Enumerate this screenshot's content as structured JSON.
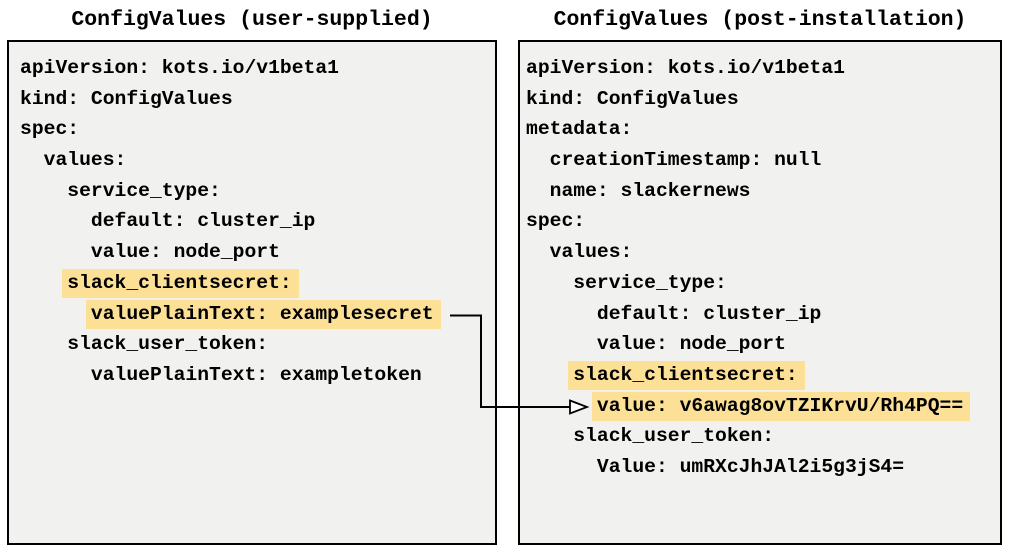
{
  "panels": {
    "left": {
      "title": "ConfigValues (user-supplied)",
      "lines": [
        {
          "indent": 0,
          "text": "apiVersion: kots.io/v1beta1",
          "highlight": false
        },
        {
          "indent": 0,
          "text": "kind: ConfigValues",
          "highlight": false
        },
        {
          "indent": 0,
          "text": "spec:",
          "highlight": false
        },
        {
          "indent": 2,
          "text": "values:",
          "highlight": false
        },
        {
          "indent": 4,
          "text": "service_type:",
          "highlight": false
        },
        {
          "indent": 6,
          "text": "default: cluster_ip",
          "highlight": false
        },
        {
          "indent": 6,
          "text": "value: node_port",
          "highlight": false
        },
        {
          "indent": 4,
          "text": "slack_clientsecret:",
          "highlight": true
        },
        {
          "indent": 6,
          "text": "valuePlainText: examplesecret",
          "highlight": true
        },
        {
          "indent": 4,
          "text": "slack_user_token:",
          "highlight": false
        },
        {
          "indent": 6,
          "text": "valuePlainText: exampletoken",
          "highlight": false
        }
      ]
    },
    "right": {
      "title": "ConfigValues (post-installation)",
      "lines": [
        {
          "indent": 0,
          "text": "apiVersion: kots.io/v1beta1",
          "highlight": false
        },
        {
          "indent": 0,
          "text": "kind: ConfigValues",
          "highlight": false
        },
        {
          "indent": 0,
          "text": "metadata:",
          "highlight": false
        },
        {
          "indent": 2,
          "text": "creationTimestamp: null",
          "highlight": false
        },
        {
          "indent": 2,
          "text": "name: slackernews",
          "highlight": false
        },
        {
          "indent": 0,
          "text": "spec:",
          "highlight": false
        },
        {
          "indent": 2,
          "text": "values:",
          "highlight": false
        },
        {
          "indent": 4,
          "text": "service_type:",
          "highlight": false
        },
        {
          "indent": 6,
          "text": "default: cluster_ip",
          "highlight": false
        },
        {
          "indent": 6,
          "text": "value: node_port",
          "highlight": false
        },
        {
          "indent": 4,
          "text": "slack_clientsecret:",
          "highlight": true
        },
        {
          "indent": 6,
          "text": "value: v6awag8ovTZIKrvU/Rh4PQ==",
          "highlight": true
        },
        {
          "indent": 4,
          "text": "slack_user_token:",
          "highlight": false
        },
        {
          "indent": 6,
          "text": "Value: umRXcJhJAl2i5g3jS4=",
          "highlight": false
        }
      ]
    }
  },
  "arrow": {
    "connects_from": "valuePlainText: examplesecret",
    "connects_to": "value: v6awag8ovTZIKrvU/Rh4PQ=="
  },
  "colors": {
    "highlight": "#fbe096",
    "panel_background": "#f1f1f0",
    "border": "#000000",
    "text": "#000000"
  }
}
